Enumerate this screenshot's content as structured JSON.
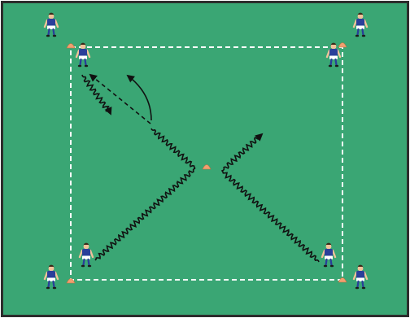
{
  "colors": {
    "pitch": "#3aa674",
    "border": "#2d2d2d",
    "pitch_lines": "#ffffff",
    "movement": "#111111",
    "cone": "#f0a070",
    "shirt": "#2a3f9a",
    "shorts": "#ffffff",
    "socks": "#2a3f9a",
    "skin": "#f2c29a",
    "hair": "#3a2a1a"
  },
  "elements": {
    "coaches": [
      "coach-top-left",
      "coach-top-right",
      "coach-bottom-left",
      "coach-bottom-right"
    ],
    "players": [
      "player-top-left",
      "player-bottom-left",
      "player-bottom-right",
      "player-top-right"
    ],
    "cones": [
      "cone-top-left",
      "cone-top-right",
      "cone-bottom-left",
      "cone-bottom-right",
      "cone-center"
    ],
    "movements": {
      "dribble_paths": 4,
      "pass_lines": 1,
      "runs": 1
    }
  }
}
